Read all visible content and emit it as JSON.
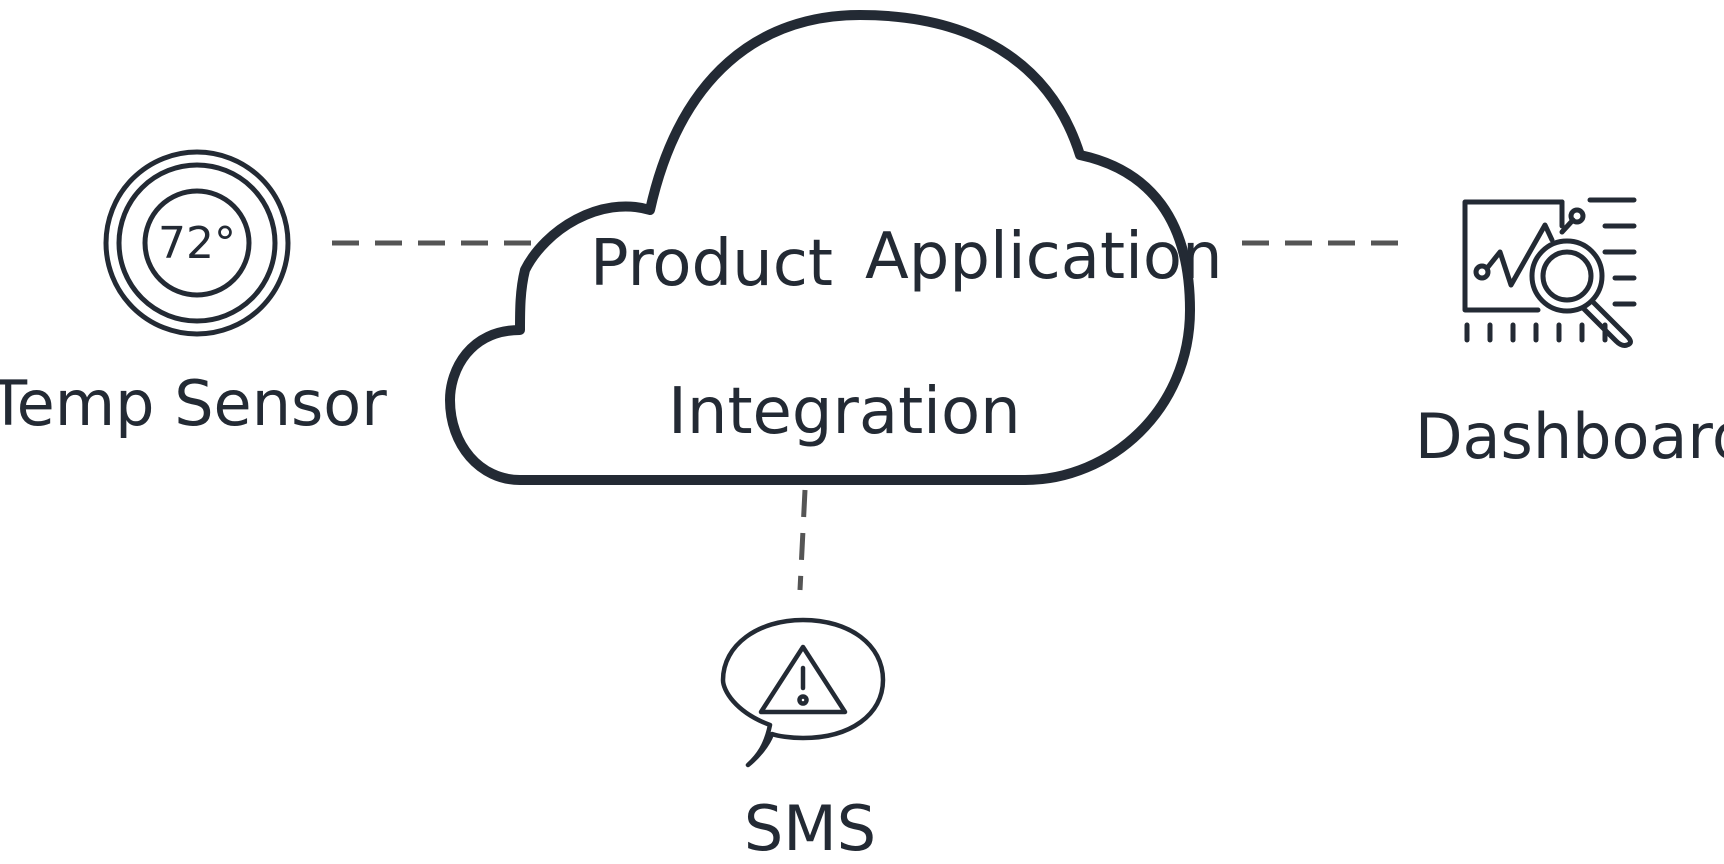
{
  "colors": {
    "ink": "#232a34",
    "connector": "#555555",
    "background": "#ffffff"
  },
  "cloud": {
    "icon": "cloud-icon",
    "labels": {
      "product": "Product",
      "application": "Application",
      "integration": "Integration"
    }
  },
  "nodes": {
    "temp_sensor": {
      "label": "Temp Sensor",
      "icon": "thermostat-icon",
      "reading": "72°"
    },
    "dashboard": {
      "label": "Dashboard",
      "icon": "analytics-dashboard-icon"
    },
    "sms": {
      "label": "SMS",
      "icon": "alert-speech-bubble-icon"
    }
  },
  "edges": [
    {
      "from": "temp_sensor",
      "to": "cloud",
      "style": "dashed"
    },
    {
      "from": "cloud",
      "to": "dashboard",
      "style": "dashed"
    },
    {
      "from": "cloud",
      "to": "sms",
      "style": "dashed"
    }
  ]
}
